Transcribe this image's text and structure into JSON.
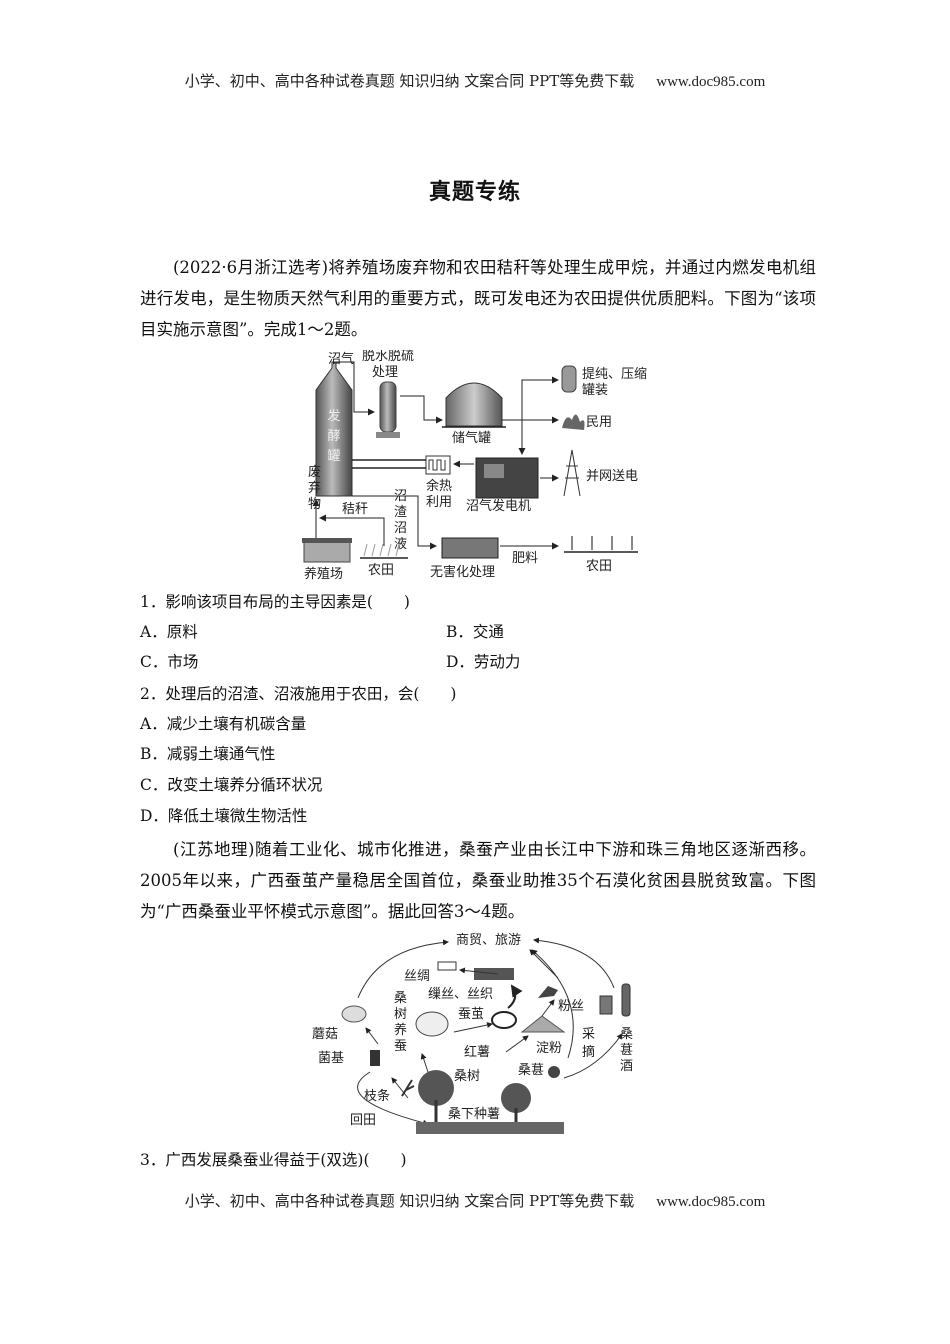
{
  "header": {
    "text": "小学、初中、高中各种试卷真题  知识归纳  文案合同  PPT等免费下载",
    "url": "www.doc985.com"
  },
  "title": "真题专练",
  "passage1": {
    "source": "(2022·6月浙江选考)",
    "text": "将养殖场废弃物和农田秸秆等处理生成甲烷，并通过内燃发电机组进行发电，是生物质天然气利用的重要方式，既可发电还为农田提供优质肥料。下图为“该项目实施示意图”。完成1～2题。"
  },
  "figure1": {
    "labels": {
      "biogas": "沼气",
      "dehydrate_1": "脱水脱硫",
      "dehydrate_2": "处理",
      "fermenter_1": "发",
      "fermenter_2": "酵",
      "fermenter_3": "罐",
      "storage": "储气罐",
      "purify_1": "提纯、压缩",
      "purify_2": "罐装",
      "civil": "民用",
      "grid": "并网送电",
      "heat_1": "余热",
      "heat_2": "利用",
      "generator": "沼气发电机",
      "waste_1": "废",
      "waste_2": "弃",
      "waste_3": "物",
      "straw": "秸秆",
      "residue_1": "沼",
      "residue_2": "渣",
      "residue_3": "沼",
      "residue_4": "液",
      "farm": "养殖场",
      "field1": "农田",
      "harmless": "无害化处理",
      "fertilizer": "肥料",
      "field2": "农田"
    }
  },
  "q1": {
    "stem": "1．影响该项目布局的主导因素是(　　)",
    "options": [
      "A．原料",
      "B．交通",
      "C．市场",
      "D．劳动力"
    ]
  },
  "q2": {
    "stem": "2．处理后的沼渣、沼液施用于农田，会(　　)",
    "options": [
      "A．减少土壤有机碳含量",
      "B．减弱土壤通气性",
      "C．改变土壤养分循环状况",
      "D．降低土壤微生物活性"
    ]
  },
  "passage2": {
    "source": "(江苏地理)",
    "text": "随着工业化、城市化推进，桑蚕产业由长江中下游和珠三角地区逐渐西移。2005年以来，广西蚕茧产量稳居全国首位，桑蚕业助推35个石漠化贫困县脱贫致富。下图为“广西桑蚕业平怀模式示意图”。据此回答3～4题。"
  },
  "figure2": {
    "labels": {
      "trade": "商贸、旅游",
      "silk": "丝绸",
      "reel": "缫丝、丝织",
      "mushroom": "蘑菇",
      "substrate": "菌基",
      "raise_1": "桑",
      "raise_2": "树",
      "raise_3": "养",
      "raise_4": "蚕",
      "cocoon": "蚕茧",
      "noodle": "粉丝",
      "starch": "淀粉",
      "sweetpotato": "红薯",
      "pick_1": "采",
      "pick_2": "摘",
      "wine_1": "桑",
      "wine_2": "葚",
      "wine_3": "酒",
      "mulberry_tree": "桑树",
      "mulberry_fruit": "桑葚",
      "branch": "枝条",
      "return": "回田",
      "intercrop": "桑下种薯"
    }
  },
  "q3": {
    "stem": "3．广西发展桑蚕业得益于(双选)(　　)"
  },
  "footer": {
    "text": "小学、初中、高中各种试卷真题  知识归纳  文案合同  PPT等免费下载",
    "url": "www.doc985.com"
  }
}
